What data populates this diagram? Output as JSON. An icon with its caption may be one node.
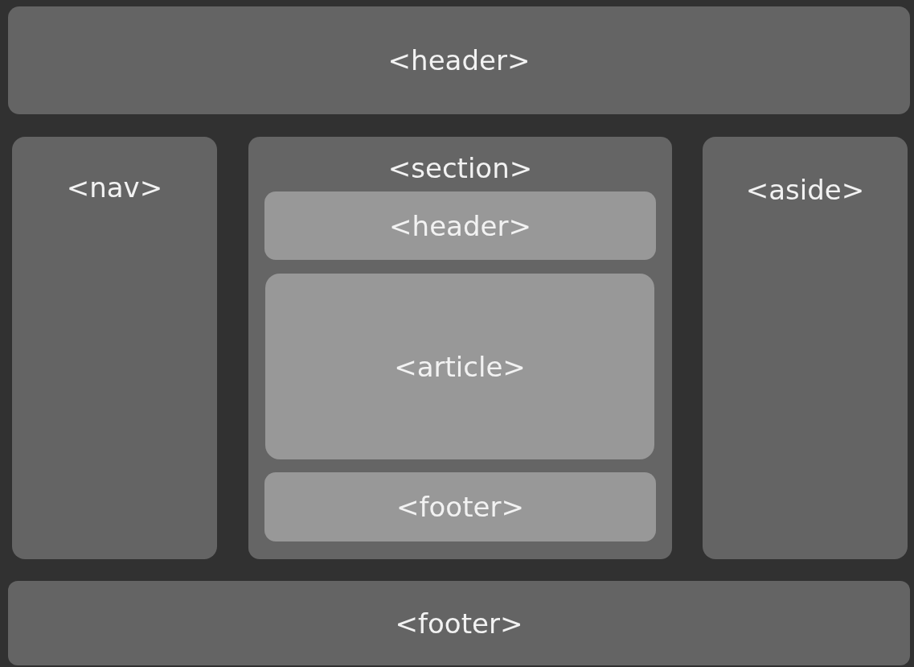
{
  "diagram": {
    "nodes": [
      {
        "text": [
          "<header>"
        ]
      },
      {
        "text": [
          "<nav>"
        ]
      },
      {
        "text": [
          "<section>"
        ]
      },
      {
        "text": [
          "<header>"
        ],
        "in": 2
      },
      {
        "text": [
          "<article>"
        ],
        "in": 2
      },
      {
        "text": [
          "<footer>"
        ],
        "in": 2
      },
      {
        "text": [
          "<aside>"
        ]
      },
      {
        "text": [
          "<footer>"
        ]
      }
    ]
  }
}
